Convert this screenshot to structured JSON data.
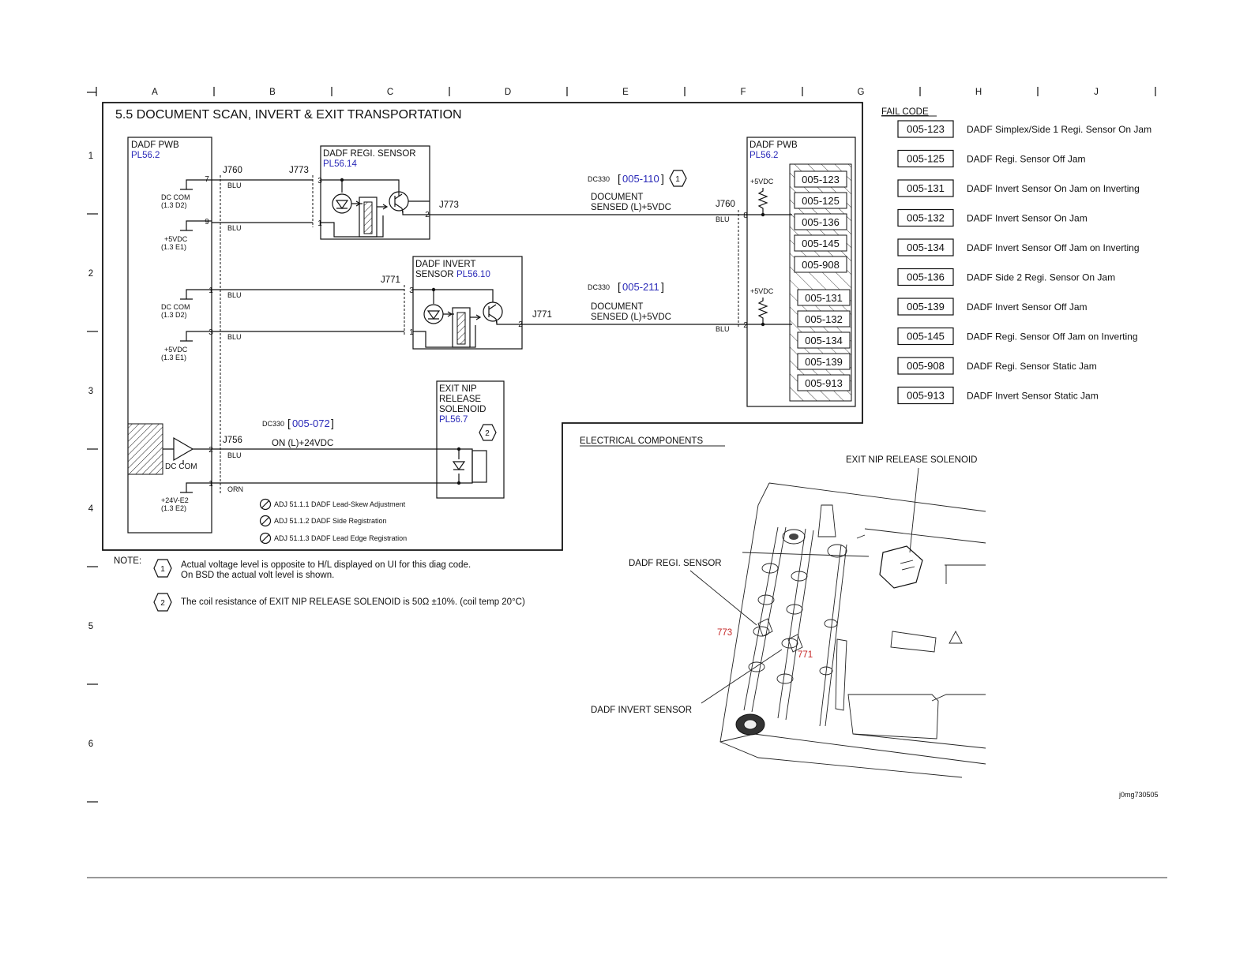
{
  "grid": {
    "columns": [
      "A",
      "B",
      "C",
      "D",
      "E",
      "F",
      "G",
      "H",
      "J"
    ],
    "rows": [
      "1",
      "2",
      "3",
      "4",
      "5",
      "6"
    ]
  },
  "title": "5.5 DOCUMENT SCAN, INVERT & EXIT TRANSPORTATION",
  "left_pwb": {
    "name": "DADF PWB",
    "ref": "PL56.2",
    "dc_com_1": "DC COM",
    "dc_com_1_ref": "(1.3 D2)",
    "v5_1": "+5VDC",
    "v5_1_ref": "(1.3 E1)",
    "dc_com_2": "DC COM",
    "dc_com_2_ref": "(1.3 D2)",
    "v5_2": "+5VDC",
    "v5_2_ref": "(1.3 E1)",
    "dc_com_3": "DC COM",
    "v24": "+24V-E2",
    "v24_ref": "(1.3 E2)"
  },
  "regi_sensor": {
    "name": "DADF REGI. SENSOR",
    "ref": "PL56.14",
    "conn_left": "J760",
    "conn_mid": "J773",
    "conn_out": "J773",
    "pin_a": "7",
    "pin_b": "9",
    "pin_c": "3",
    "pin_d": "1",
    "pin_e": "2",
    "wire_a": "BLU",
    "wire_b": "BLU",
    "dc330": "DC330",
    "code": "005-110",
    "note": "1",
    "signal_1": "DOCUMENT",
    "signal_2": "SENSED (L)+5VDC"
  },
  "invert_sensor": {
    "name_1": "DADF INVERT",
    "name_2": "SENSOR",
    "ref": "PL56.10",
    "conn": "J771",
    "conn_out": "J771",
    "pin_a": "1",
    "pin_b": "3",
    "pin_c": "3",
    "pin_d": "1",
    "pin_e": "2",
    "wire_a": "BLU",
    "wire_b": "BLU",
    "dc330": "DC330",
    "code": "005-211",
    "signal_1": "DOCUMENT",
    "signal_2": "SENSED (L)+5VDC"
  },
  "solenoid": {
    "name_1": "EXIT NIP",
    "name_2": "RELEASE",
    "name_3": "SOLENOID",
    "ref": "PL56.7",
    "note": "2",
    "conn": "J756",
    "pin_a": "2",
    "pin_b": "1",
    "wire_a": "BLU",
    "wire_b": "ORN",
    "dc330": "DC330",
    "code": "005-072",
    "signal": "ON (L)+24VDC"
  },
  "adjustments": [
    "ADJ 51.1.1 DADF Lead-Skew Adjustment",
    "ADJ 51.1.2 DADF Side Registration",
    "ADJ 51.1.3 DADF Lead Edge Registration"
  ],
  "right_pwb": {
    "name": "DADF PWB",
    "ref": "PL56.2",
    "v5_a": "+5VDC",
    "v5_b": "+5VDC",
    "conn": "J760",
    "pin_a": "8",
    "pin_b": "2",
    "wire_a": "BLU",
    "wire_b": "BLU",
    "codes_top": [
      "005-123",
      "005-125",
      "005-136",
      "005-145",
      "005-908"
    ],
    "codes_bottom": [
      "005-131",
      "005-132",
      "005-134",
      "005-139",
      "005-913"
    ]
  },
  "fail_code": {
    "heading": "FAIL CODE",
    "items": [
      {
        "code": "005-123",
        "desc": "DADF Simplex/Side 1 Regi. Sensor On Jam"
      },
      {
        "code": "005-125",
        "desc": "DADF Regi. Sensor Off Jam"
      },
      {
        "code": "005-131",
        "desc": "DADF Invert Sensor On Jam on Inverting"
      },
      {
        "code": "005-132",
        "desc": "DADF Invert Sensor On Jam"
      },
      {
        "code": "005-134",
        "desc": "DADF Invert Sensor Off Jam on Inverting"
      },
      {
        "code": "005-136",
        "desc": "DADF Side 2 Regi. Sensor On Jam"
      },
      {
        "code": "005-139",
        "desc": "DADF Invert Sensor Off Jam"
      },
      {
        "code": "005-145",
        "desc": "DADF Regi. Sensor Off Jam on Inverting"
      },
      {
        "code": "005-908",
        "desc": "DADF Regi. Sensor Static Jam"
      },
      {
        "code": "005-913",
        "desc": "DADF Invert Sensor Static Jam"
      }
    ]
  },
  "components": {
    "heading": "ELECTRICAL COMPONENTS",
    "solenoid_label": "EXIT NIP RELEASE SOLENOID",
    "regi_label": "DADF REGI. SENSOR",
    "invert_label": "DADF INVERT SENSOR",
    "j773": "773",
    "j771": "771",
    "image_id": "j0mg730505"
  },
  "notes": {
    "label": "NOTE:",
    "n1": "1",
    "n1_line1": "Actual voltage level is opposite to H/L displayed on UI for this diag code.",
    "n1_line2": "On BSD the actual volt level is shown.",
    "n2": "2",
    "n2_line1": "The coil resistance of EXIT NIP RELEASE SOLENOID is 50Ω ±10%. (coil temp 20°C)"
  }
}
